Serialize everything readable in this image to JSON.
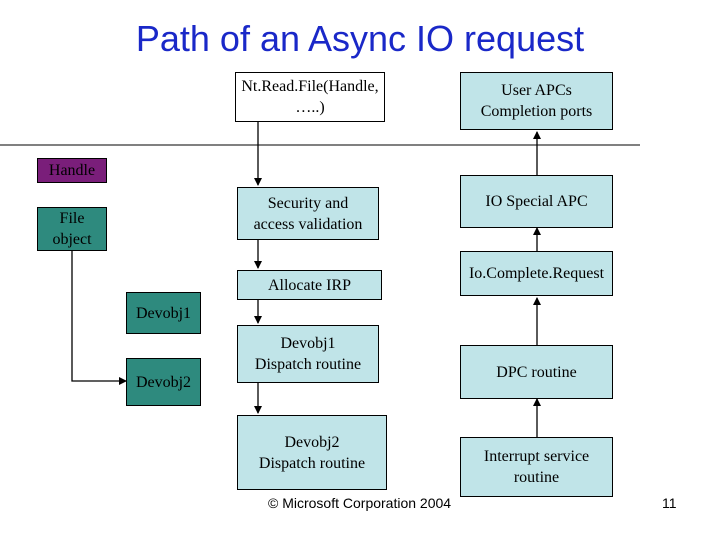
{
  "title": "Path of an Async IO request",
  "left_column": {
    "ntreadfile": "Nt.Read.File(Handle,\n…..)",
    "security": "Security and\naccess validation",
    "allocate_irp": "Allocate IRP",
    "devobj1_dispatch": "Devobj1\nDispatch routine",
    "devobj2_dispatch": "Devobj2\nDispatch routine"
  },
  "right_column": {
    "user_apcs": "User APCs\nCompletion ports",
    "io_special_apc": "IO Special APC",
    "io_complete_request": "Io.Complete.Request",
    "dpc_routine": "DPC routine",
    "interrupt_service": "Interrupt service\nroutine"
  },
  "objects": {
    "handle": "Handle",
    "file_object": "File\nobject",
    "devobj1": "Devobj1",
    "devobj2": "Devobj2"
  },
  "colors": {
    "title": "#1a28c8",
    "box_blue": "#c0e4e8",
    "handle_purple": "#7a1e7a",
    "object_teal": "#2e8a7e"
  },
  "footer": {
    "copyright": "© Microsoft Corporation 2004",
    "slide_number": "11"
  }
}
